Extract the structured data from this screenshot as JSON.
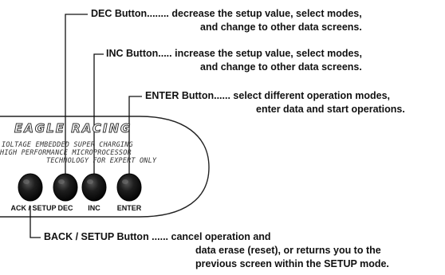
{
  "dec": {
    "title": "DEC Button........",
    "desc_line1": "decrease the setup value, select modes,",
    "desc_line2": "and change to other data screens."
  },
  "inc": {
    "title": "INC Button.....",
    "desc_line1": "increase the setup value, select modes,",
    "desc_line2": "and change to other data screens."
  },
  "enter": {
    "title": "ENTER Button......",
    "desc_line1": "select different operation modes,",
    "desc_line2": "enter data and start operations."
  },
  "back": {
    "title": "BACK / SETUP Button ......",
    "desc_line1": "cancel operation and",
    "desc_line2": "data erase (reset),  or returns you to the",
    "desc_line3": "previous screen within the SETUP mode."
  },
  "panel": {
    "logo": "EAGLE RACING",
    "line1": "IOLTAGE EMBEDDED SUPER CHARGING",
    "line2": "HIGH PERFORMANCE MICROPROCESSOR",
    "line3": "TECHNOLOGY FOR EXPERT ONLY"
  },
  "buttons": [
    {
      "label": "ACK / SETUP"
    },
    {
      "label": "DEC"
    },
    {
      "label": "INC"
    },
    {
      "label": "ENTER"
    }
  ],
  "colors": {
    "button_fill": "#1a1a1a",
    "leader_line": "#111111",
    "panel_outline": "#222222"
  }
}
